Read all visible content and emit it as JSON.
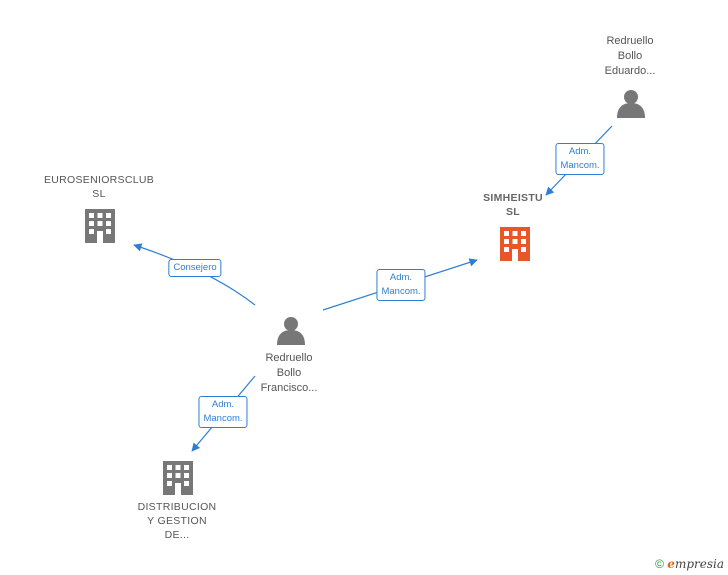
{
  "nodes": {
    "euroseniors": {
      "lines": [
        "EUROSENIORSCLUB",
        "SL"
      ],
      "icon": "building-icon"
    },
    "simheistu": {
      "lines": [
        "SIMHEISTU",
        "SL"
      ],
      "icon": "building-icon",
      "highlight": "#e8572b"
    },
    "distribucion": {
      "lines": [
        "DISTRIBUCION",
        "Y GESTION",
        "DE..."
      ],
      "icon": "building-icon"
    },
    "eduardo": {
      "lines": [
        "Redruello",
        "Bollo",
        "Eduardo..."
      ],
      "icon": "person-icon"
    },
    "francisco": {
      "lines": [
        "Redruello",
        "Bollo",
        "Francisco..."
      ],
      "icon": "person-icon"
    }
  },
  "edges": {
    "consejero": {
      "lines": [
        "Consejero"
      ]
    },
    "francisco_simheistu": {
      "lines": [
        "Adm.",
        "Mancom."
      ]
    },
    "eduardo_simheistu": {
      "lines": [
        "Adm.",
        "Mancom."
      ]
    },
    "francisco_distribucion": {
      "lines": [
        "Adm.",
        "Mancom."
      ]
    }
  },
  "colors": {
    "edge": "#2f7fd1",
    "icon": "#777777",
    "highlight": "#e8572b"
  },
  "footer": {
    "copyright": "©",
    "brand_initial": "e",
    "brand_rest": "mpresia"
  }
}
